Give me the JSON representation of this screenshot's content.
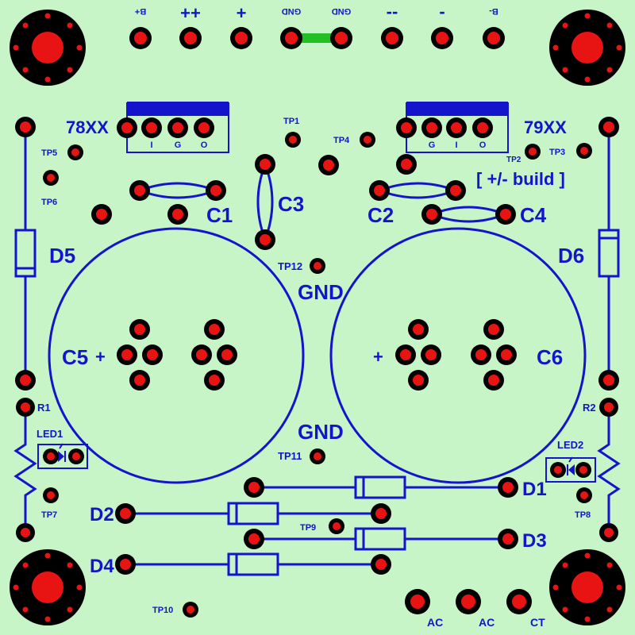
{
  "colors": {
    "background": "#c8f5c8",
    "trace": "#1414cc",
    "pad_outer": "#000000",
    "pad_inner": "#e81414",
    "bridge": "#22c022"
  },
  "labels": {
    "top_b_plus": "B+",
    "top_plus_plus": "++",
    "top_plus": "+",
    "top_gnd1": "GND",
    "top_gnd2": "GND",
    "top_minus_minus": "--",
    "top_minus": "-",
    "top_b_minus": "B-",
    "reg_left": "78XX",
    "reg_right": "79XX",
    "reg_left_pins": [
      "I",
      "G",
      "O"
    ],
    "reg_right_pins": [
      "G",
      "I",
      "O"
    ],
    "build_note": "[ +/- build ]",
    "tp1": "TP1",
    "tp2": "TP2",
    "tp3": "TP3",
    "tp4": "TP4",
    "tp5": "TP5",
    "tp6": "TP6",
    "tp7": "TP7",
    "tp8": "TP8",
    "tp9": "TP9",
    "tp10": "TP10",
    "tp11": "TP11",
    "tp12": "TP12",
    "c1": "C1",
    "c2": "C2",
    "c3": "C3",
    "c4": "C4",
    "c5": "C5",
    "c6": "C6",
    "c5_plus": "+",
    "c6_plus": "+",
    "gnd_top": "GND",
    "gnd_bottom": "GND",
    "d1": "D1",
    "d2": "D2",
    "d3": "D3",
    "d4": "D4",
    "d5": "D5",
    "d6": "D6",
    "r1": "R1",
    "r2": "R2",
    "led1": "LED1",
    "led2": "LED2",
    "ac1": "AC",
    "ac2": "AC",
    "ct": "CT"
  }
}
